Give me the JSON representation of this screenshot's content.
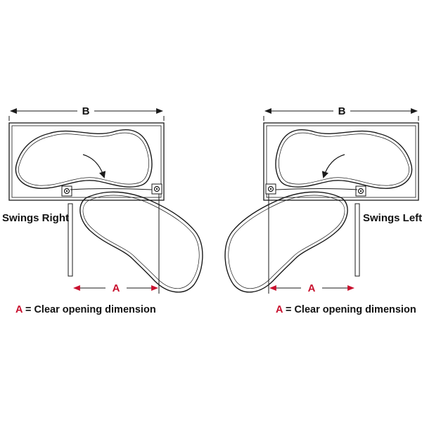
{
  "colors": {
    "line": "#1a1a1a",
    "accent": "#c8102e",
    "background": "#ffffff"
  },
  "left_diagram": {
    "dimension_b": "B",
    "dimension_a": "A",
    "swing_label": "Swings Right",
    "legend_key": "A",
    "legend_text": " = Clear opening dimension"
  },
  "right_diagram": {
    "dimension_b": "B",
    "dimension_a": "A",
    "swing_label": "Swings Left",
    "legend_key": "A",
    "legend_text": " = Clear opening dimension"
  }
}
